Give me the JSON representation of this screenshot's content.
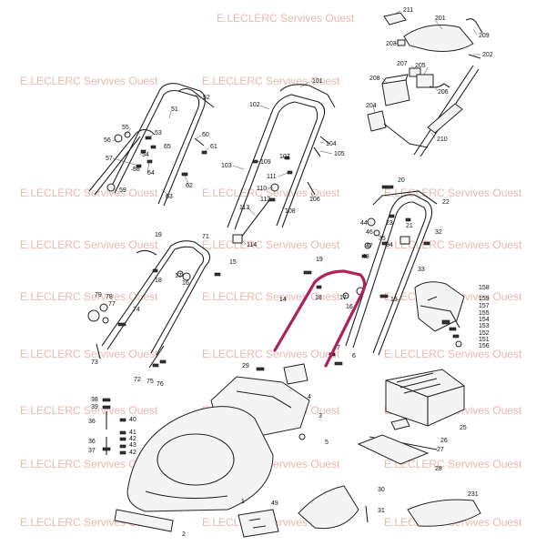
{
  "watermark": {
    "text": "E.LECLERC Servives Ouest",
    "color": "#e8b8b0"
  },
  "highlight_color": "#b0205a",
  "part_numbers": {
    "p1": "1",
    "p2": "2",
    "p3": "3",
    "p4": "4",
    "p5": "5",
    "p6": "6",
    "p7": "7",
    "p14": "14",
    "p15a": "15",
    "p15b": "15",
    "p16a": "16",
    "p16b": "16",
    "p17a": "17",
    "p17b": "17",
    "p18a": "18",
    "p18b": "18",
    "p19a": "19",
    "p19b": "19",
    "p20": "20",
    "p21": "21",
    "p22": "22",
    "p23": "23",
    "p25": "25",
    "p26": "26",
    "p27": "27",
    "p28": "28",
    "p29": "29",
    "p30": "30",
    "p31": "31",
    "p32": "32",
    "p33": "33",
    "p34": "34",
    "p35": "35",
    "p36a": "36",
    "p36b": "36",
    "p37": "37",
    "p38": "38",
    "p39": "39",
    "p40": "40",
    "p41": "41",
    "p42a": "42",
    "p42b": "42",
    "p43": "43",
    "p44": "44",
    "p46": "46",
    "p47": "47",
    "p48": "48",
    "p49": "49",
    "p51": "51",
    "p52": "52",
    "p53": "53",
    "p54": "54",
    "p55": "55",
    "p56": "56",
    "p57": "57",
    "p58": "58",
    "p59": "59",
    "p60": "60",
    "p61": "61",
    "p62": "62",
    "p63": "63",
    "p64": "64",
    "p65": "65",
    "p71": "71",
    "p72": "72",
    "p73": "73",
    "p74": "74",
    "p75": "75",
    "p76": "76",
    "p77": "77",
    "p78": "78",
    "p79": "79",
    "p101": "101",
    "p102": "102",
    "p103": "103",
    "p104": "104",
    "p105": "105",
    "p106": "106",
    "p107": "107",
    "p108": "108",
    "p109": "109",
    "p110": "110",
    "p111": "111",
    "p112": "112",
    "p113": "113",
    "p114": "114",
    "p151": "151",
    "p152": "152",
    "p153": "153",
    "p154": "154",
    "p155": "155",
    "p156": "156",
    "p157": "157",
    "p158": "158",
    "p159": "159",
    "p201": "201",
    "p202": "202",
    "p203": "203",
    "p204": "204",
    "p205": "205",
    "p206": "206",
    "p207": "207",
    "p208": "208",
    "p209": "209",
    "p210": "210",
    "p211": "211",
    "p231": "231"
  }
}
